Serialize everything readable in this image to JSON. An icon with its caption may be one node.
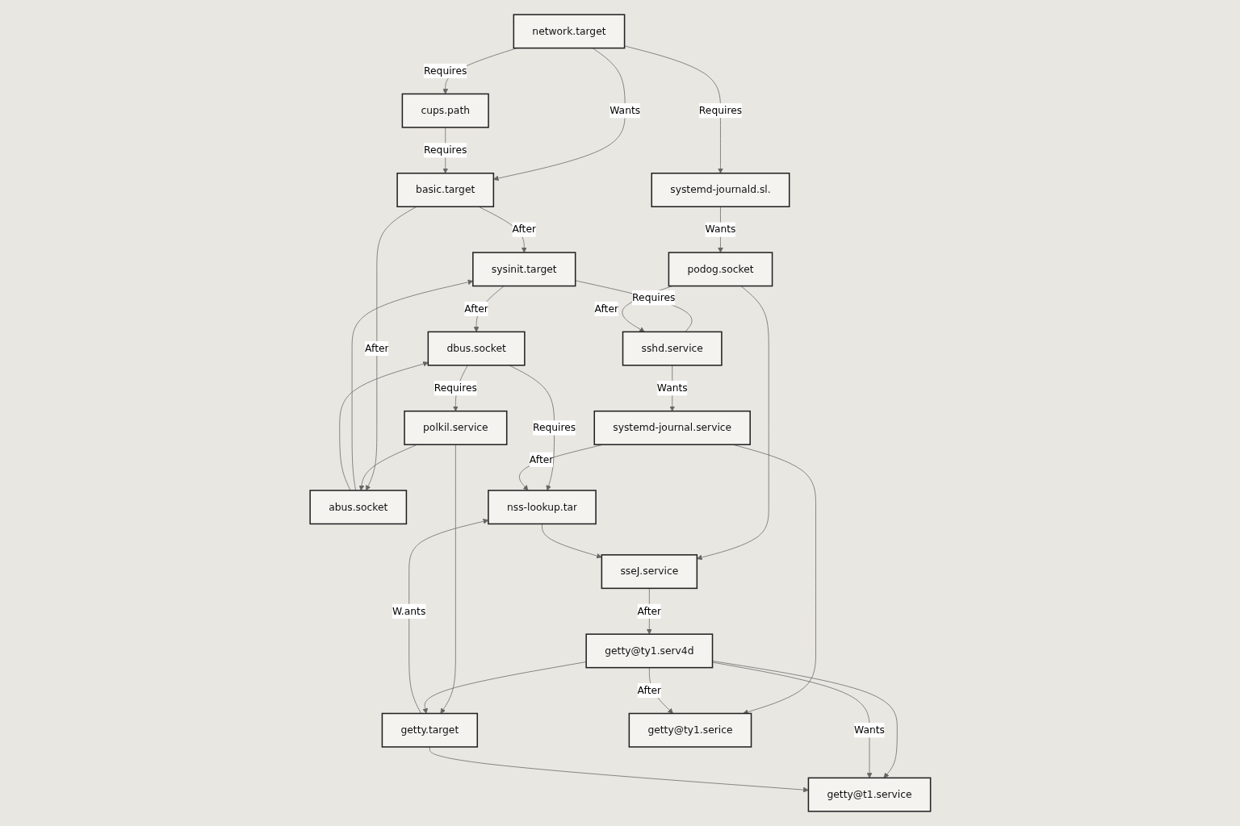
{
  "diagram": {
    "nodes": [
      {
        "text": [
          "cups.path"
        ]
      },
      {
        "text": [
          "basic.target"
        ]
      },
      {
        "text": [
          "network.target"
        ]
      },
      {
        "text": [
          "sysinit.target"
        ]
      },
      {
        "text": [
          "abus.socket"
        ]
      },
      {
        "text": [
          "dbus.socket"
        ]
      },
      {
        "text": [
          "systemd-journald.sl."
        ]
      },
      {
        "text": [
          "polkil.service"
        ]
      },
      {
        "text": [
          "nss-lookup.tar"
        ]
      },
      {
        "text": [
          "podog.socket"
        ]
      },
      {
        "text": [
          "sshd.service"
        ]
      },
      {
        "text": [
          "sseJ.service"
        ]
      },
      {
        "text": [
          "getty.target"
        ]
      },
      {
        "text": [
          "systemd-journal.service"
        ]
      },
      {
        "text": [
          "getty@ty1.serv4d"
        ]
      },
      {
        "text": [
          "getty@t1.service"
        ]
      },
      {
        "text": [
          "getty@ty1.serice"
        ]
      }
    ],
    "edges": [
      {
        "from": 2,
        "to": 0,
        "arrow": "to",
        "label": "Requires"
      },
      {
        "from": 2,
        "to": 1,
        "arrow": "to",
        "label": "Wants"
      },
      {
        "from": 0,
        "to": 1,
        "arrow": "to",
        "label": "Requires"
      },
      {
        "from": 1,
        "to": 3,
        "arrow": "to",
        "label": "After"
      },
      {
        "from": 1,
        "to": 4,
        "arrow": "to",
        "label": "After"
      },
      {
        "from": 4,
        "to": 3,
        "arrow": "to"
      },
      {
        "from": 3,
        "to": 5,
        "arrow": "to",
        "label": "After"
      },
      {
        "from": 4,
        "to": 5,
        "arrow": "to"
      },
      {
        "from": 3,
        "to": 10,
        "arrow": "none",
        "label": "Requires"
      },
      {
        "from": 5,
        "to": 8,
        "arrow": "to",
        "label": "Requires"
      },
      {
        "from": 5,
        "to": 7,
        "arrow": "to",
        "label": "Requires"
      },
      {
        "from": 7,
        "to": 4,
        "arrow": "to"
      },
      {
        "from": 7,
        "to": 12,
        "arrow": "to"
      },
      {
        "from": 2,
        "to": 6,
        "arrow": "to",
        "label": "Requires"
      },
      {
        "from": 6,
        "to": 9,
        "arrow": "to",
        "label": "Wants"
      },
      {
        "from": 9,
        "to": 10,
        "arrow": "to",
        "label": "After"
      },
      {
        "from": 9,
        "to": 11,
        "arrow": "to"
      },
      {
        "from": 13,
        "to": 8,
        "arrow": "to",
        "label": "After"
      },
      {
        "from": 8,
        "to": 11,
        "arrow": "to"
      },
      {
        "from": 12,
        "to": 8,
        "arrow": "to",
        "label": "W.ants"
      },
      {
        "from": 11,
        "to": 14,
        "arrow": "to",
        "label": "After"
      },
      {
        "from": 10,
        "to": 13,
        "arrow": "to",
        "label": "Wants"
      },
      {
        "from": 14,
        "to": 12,
        "arrow": "to"
      },
      {
        "from": 13,
        "to": 16,
        "arrow": "to"
      },
      {
        "from": 14,
        "to": 16,
        "arrow": "to",
        "label": "After"
      },
      {
        "from": 14,
        "to": 15,
        "arrow": "to"
      },
      {
        "from": 14,
        "to": 15,
        "arrow": "to",
        "label": "Wants"
      },
      {
        "from": 12,
        "to": 15,
        "arrow": "to"
      }
    ]
  }
}
